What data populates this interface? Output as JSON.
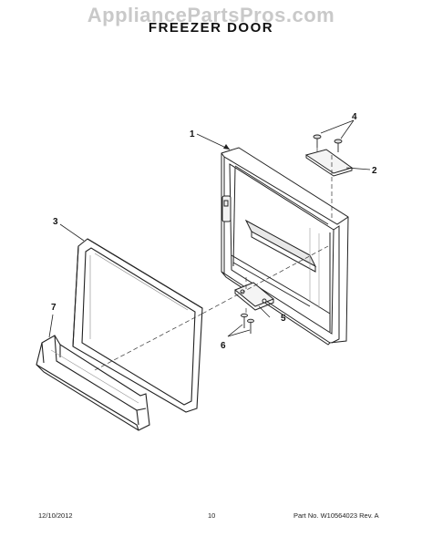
{
  "header": {
    "watermark": "AppliancePartsPros.com",
    "title": "FREEZER DOOR"
  },
  "callouts": [
    "1",
    "2",
    "3",
    "4",
    "5",
    "6",
    "7"
  ],
  "footer": {
    "date": "12/10/2012",
    "page": "10",
    "part": "Part No. W10564023  Rev. A"
  }
}
